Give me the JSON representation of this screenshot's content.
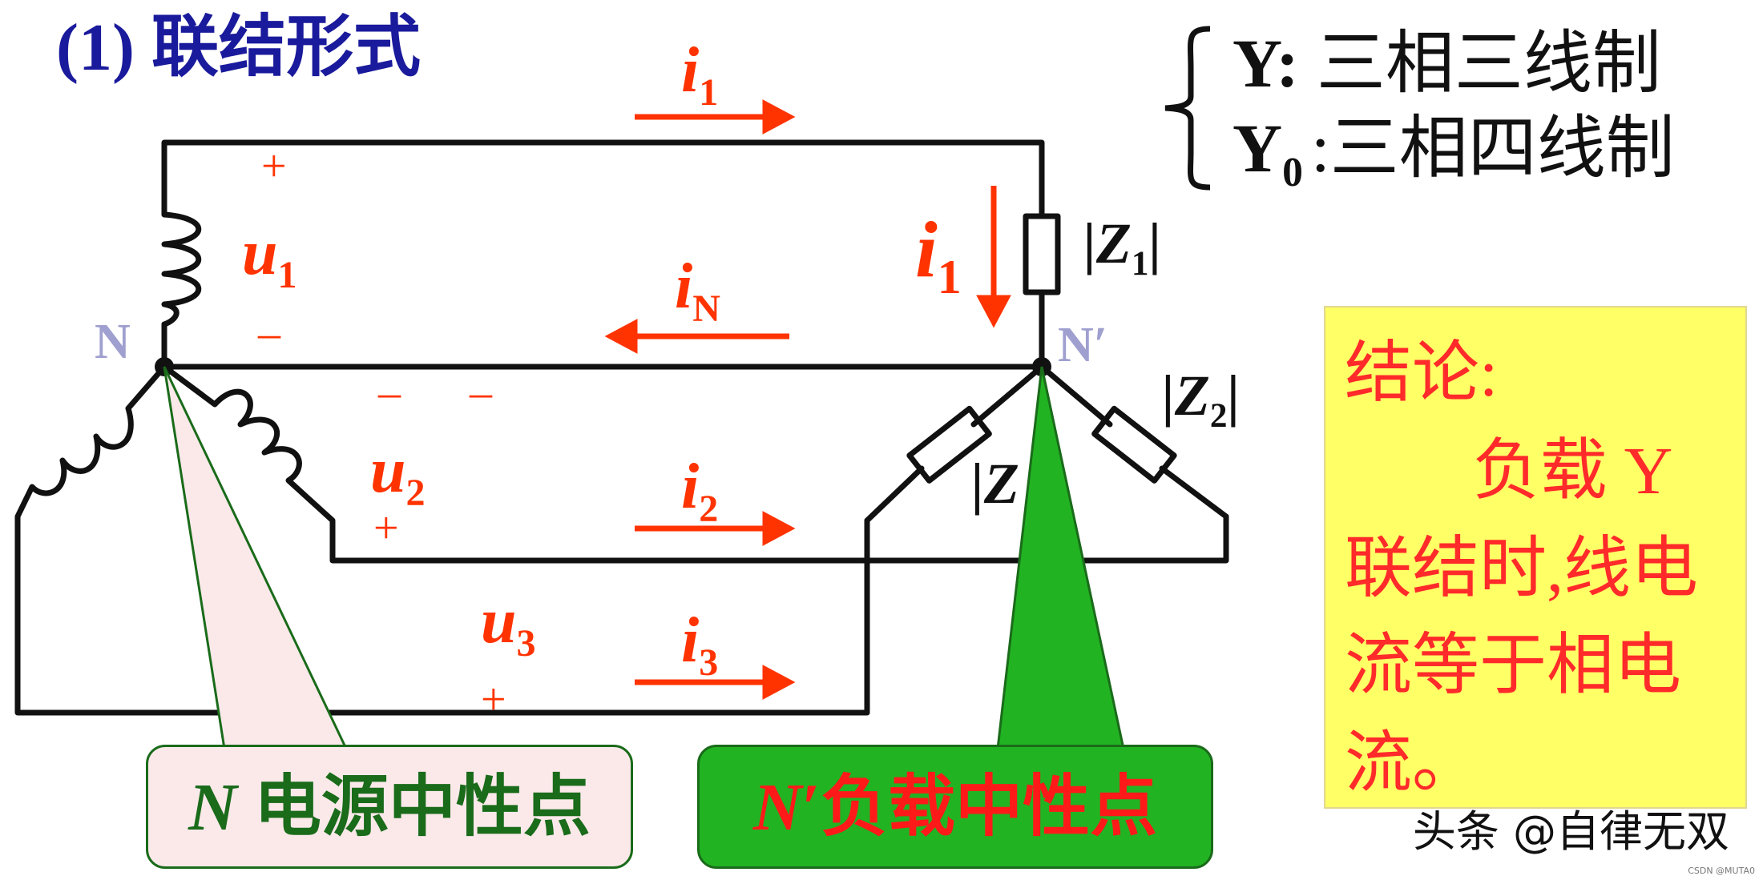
{
  "title": "(1) 联结形式",
  "systems": [
    {
      "symbol": "Y:",
      "sub": "",
      "text": "三相三线制"
    },
    {
      "symbol": "Y",
      "sub": "0",
      "text": ":三相四线制"
    }
  ],
  "labels": {
    "i": "i",
    "u": "u",
    "one": "1",
    "two": "2",
    "three": "3",
    "N_sub": "N",
    "plus": "+",
    "minus": "–",
    "N": "N",
    "N_prime": "N′",
    "z1": "|Z",
    "z1_sub": "1",
    "z1_end": "|",
    "z2": "|Z",
    "z2_sub": "2",
    "z2_end": "|",
    "z3": "|Z"
  },
  "conclusion": {
    "heading": "结论:",
    "body": "负载 Y联结时,线电流等于相电流。"
  },
  "callouts": {
    "source_neutral_letter": "N",
    "source_neutral_text": " 电源中性点",
    "load_neutral_letter": "N",
    "load_neutral_text": "′负载中性点"
  },
  "watermark": "头条 @自律无双",
  "tiny_watermark": "CSDN @MUTA0",
  "colors": {
    "title": "#1a1a9c",
    "current": "#ff3300",
    "wire": "#111111",
    "conclusion_bg": "#ffff66",
    "source_callout_bg": "#fbe9ea",
    "load_callout_bg": "#22b322",
    "callout_border": "#1a6b1a"
  }
}
